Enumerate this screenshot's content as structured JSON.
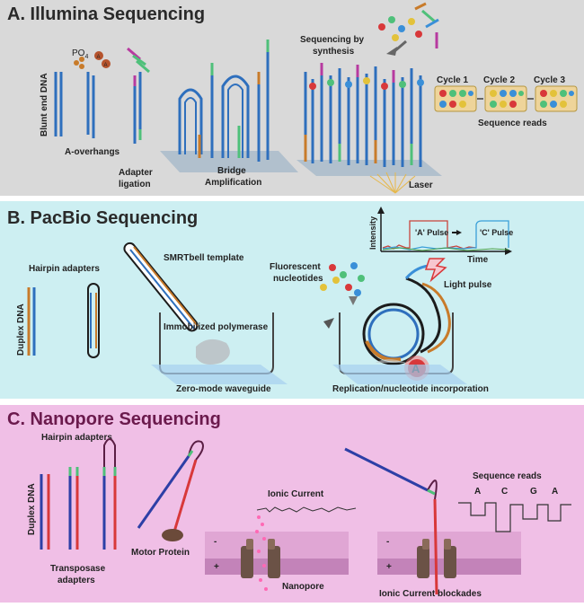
{
  "panels": {
    "a": {
      "title": "A.  Illumina Sequencing",
      "labels": {
        "blunt": "Blunt end DNA",
        "po4": "PO",
        "po4_sub": "4",
        "aover": "A-overhangs",
        "adapter1": "Adapter",
        "adapter2": "ligation",
        "bridge1": "Bridge",
        "bridge2": "Amplification",
        "sbs1": "Sequencing by",
        "sbs2": "synthesis",
        "laser": "Laser",
        "cycle1": "Cycle 1",
        "cycle2": "Cycle 2",
        "cycle3": "Cycle 3",
        "reads": "Sequence reads",
        "bead": "A"
      }
    },
    "b": {
      "title": "B.   PacBio Sequencing",
      "labels": {
        "hairpin": "Hairpin adapters",
        "smrt": "SMRTbell template",
        "duplex": "Duplex DNA",
        "immob": "Immobilized polymerase",
        "zmw": "Zero-mode waveguide",
        "fluor1": "Fluorescent",
        "fluor2": "nucleotides",
        "light": "Light pulse",
        "intensity": "Intensity",
        "apulse": "'A' Pulse",
        "cpulse": "'C' Pulse",
        "time": "Time",
        "repl": "Replication/nucleotide incorporation",
        "nucleotide": "A"
      }
    },
    "c": {
      "title": "C.   Nanopore Sequencing",
      "labels": {
        "hairpin": "Hairpin adapters",
        "duplex": "Duplex DNA",
        "transposase1": "Transposase",
        "transposase2": "adapters",
        "motor": "Motor Protein",
        "ionic": "Ionic Current",
        "nanopore": "Nanopore",
        "blockades": "Ionic Current blockades",
        "reads": "Sequence reads",
        "minus": "-",
        "plus": "+",
        "bases": [
          "A",
          "C",
          "G",
          "A"
        ]
      }
    }
  },
  "colors": {
    "panel_a": "#d9d9d9",
    "panel_b": "#cdeff2",
    "panel_c": "#f0bfe6",
    "title_c": "#6b1a4d",
    "strand_blue": "#2e6fbd",
    "strand_orange": "#c87b2a",
    "strand_red": "#d8383a",
    "strand_navy": "#2d3fa6",
    "adapter_green": "#4fc07a"
  }
}
